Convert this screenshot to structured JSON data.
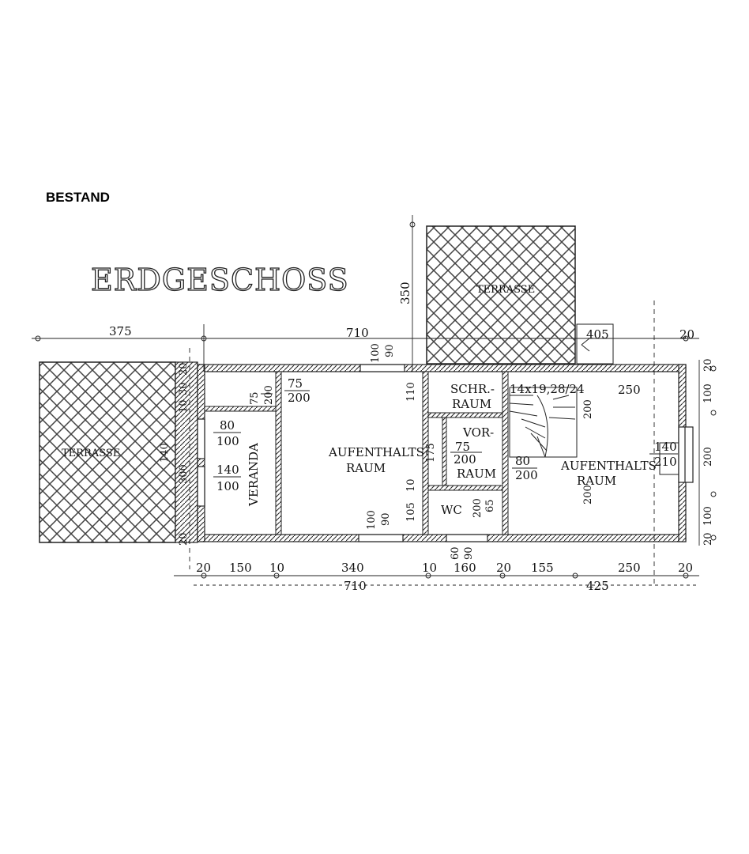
{
  "header": {
    "label": "BESTAND"
  },
  "plan": {
    "title": "ERDGESCHOSS",
    "terrace_left": "TERRASSE",
    "terrace_top": "TERRASSE",
    "rooms": {
      "veranda": "VERANDA",
      "aufenthalt1_l1": "AUFENTHALTS",
      "aufenthalt1_l2": "RAUM",
      "schrank_l1": "SCHR.-",
      "schrank_l2": "RAUM",
      "vor_l1": "VOR-",
      "vor_l2": "RAUM",
      "wc": "WC",
      "aufenthalt2_l1": "AUFENTHALTS",
      "aufenthalt2_l2": "RAUM"
    },
    "stair": "14x19,28/24",
    "dims_top": {
      "d375": "375",
      "d710": "710",
      "d405": "405",
      "d20": "20",
      "d350": "350"
    },
    "dims_bottom": {
      "b20a": "20",
      "b150": "150",
      "b10a": "10",
      "b340": "340",
      "b10b": "10",
      "b160": "160",
      "b20b": "20",
      "b155": "155",
      "b250": "250",
      "b20c": "20",
      "t710": "710",
      "t425": "425"
    },
    "dims_right": {
      "r20a": "20",
      "r100a": "100",
      "r200": "200",
      "r100b": "100",
      "r20b": "20"
    },
    "dims_left_wall": {
      "l20a": "20",
      "l30": "30",
      "l10": "10",
      "l300": "300",
      "l140": "140",
      "l20b": "20"
    },
    "openings": {
      "w1_top": "75",
      "w1_bot": "200",
      "w2_top": "75",
      "w2_bot": "200",
      "w3_top": "80",
      "w3_bot": "100",
      "w4_top": "140",
      "w4_bot": "100",
      "w5_a": "100",
      "w5_b": "90",
      "w6_a": "100",
      "w6_b": "90",
      "d110": "110",
      "d175": "175",
      "d10": "10",
      "d105": "105",
      "vor_top": "75",
      "vor_bot": "200",
      "wc_a": "200",
      "wc_b": "65",
      "wc_bot_a": "60",
      "wc_bot_b": "90",
      "d80_top": "80",
      "d80_bot": "200",
      "d140_top": "140",
      "d140_bot": "210",
      "d250": "250",
      "d200a": "200",
      "d200b": "200"
    }
  }
}
